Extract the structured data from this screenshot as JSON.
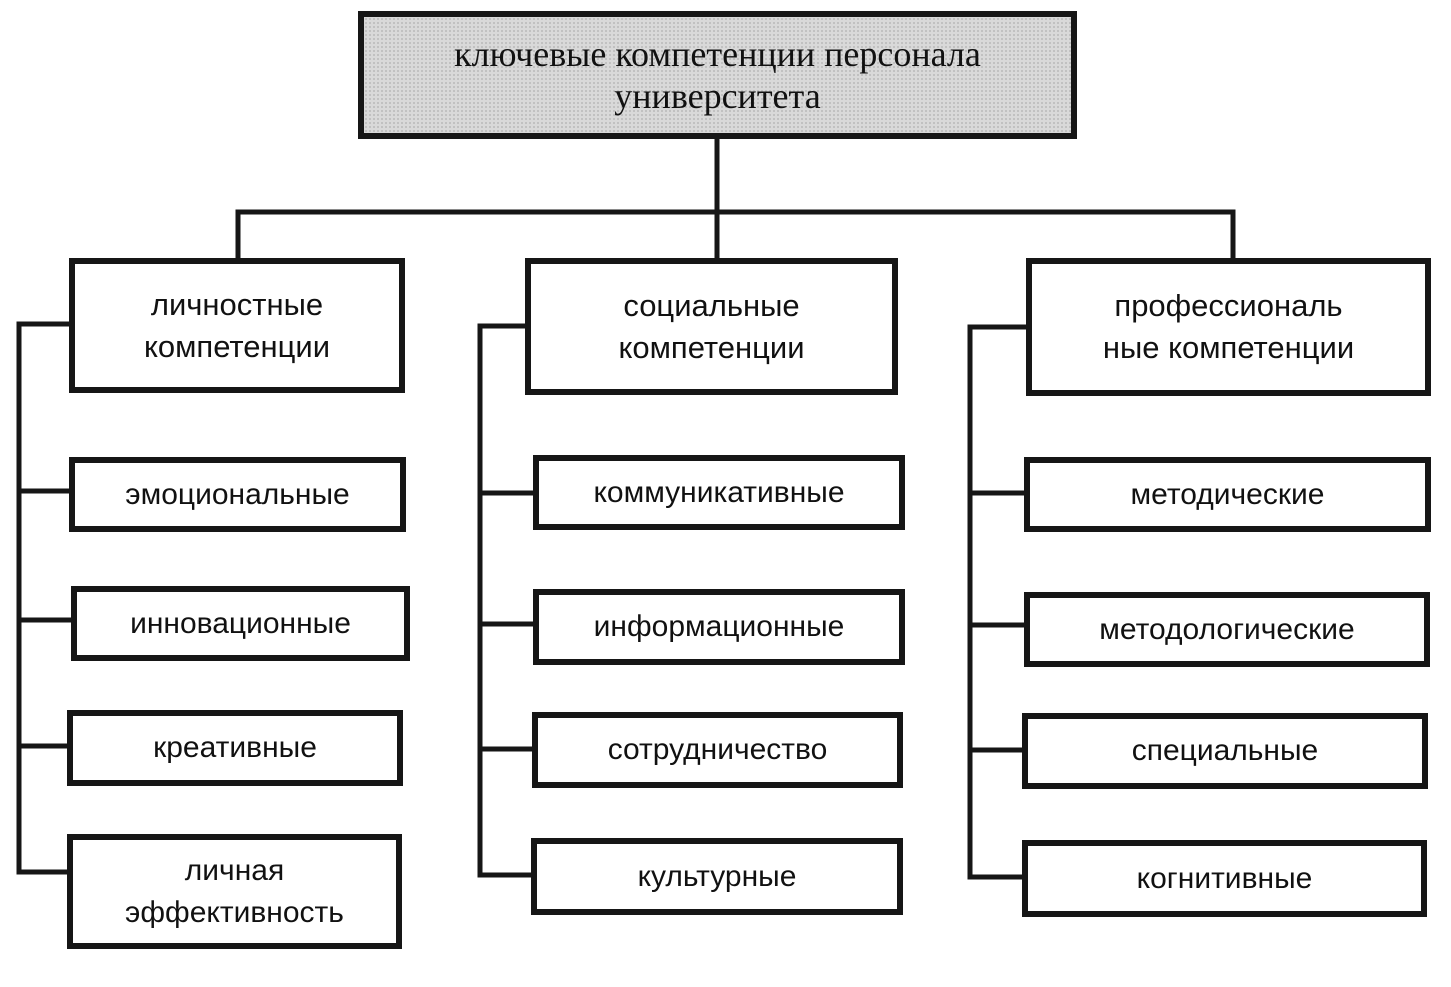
{
  "diagram": {
    "root": {
      "label": "ключевые  компетенции персонала\nуниверситета"
    },
    "categories": [
      {
        "label": "личностные\nкомпетенции",
        "items": [
          "эмоциональные",
          "инновационные",
          "креативные",
          "личная\nэффективность"
        ]
      },
      {
        "label": "социальные\nкомпетенции",
        "items": [
          "коммуникативные",
          "информационные",
          "сотрудничество",
          "культурные"
        ]
      },
      {
        "label": "профессиональ\nные компетенции",
        "items": [
          "методические",
          "методологические",
          "специальные",
          "когнитивные"
        ]
      }
    ],
    "colors": {
      "line": "#161616",
      "root_fill": "#d9d9d9",
      "box_fill": "#ffffff"
    }
  }
}
